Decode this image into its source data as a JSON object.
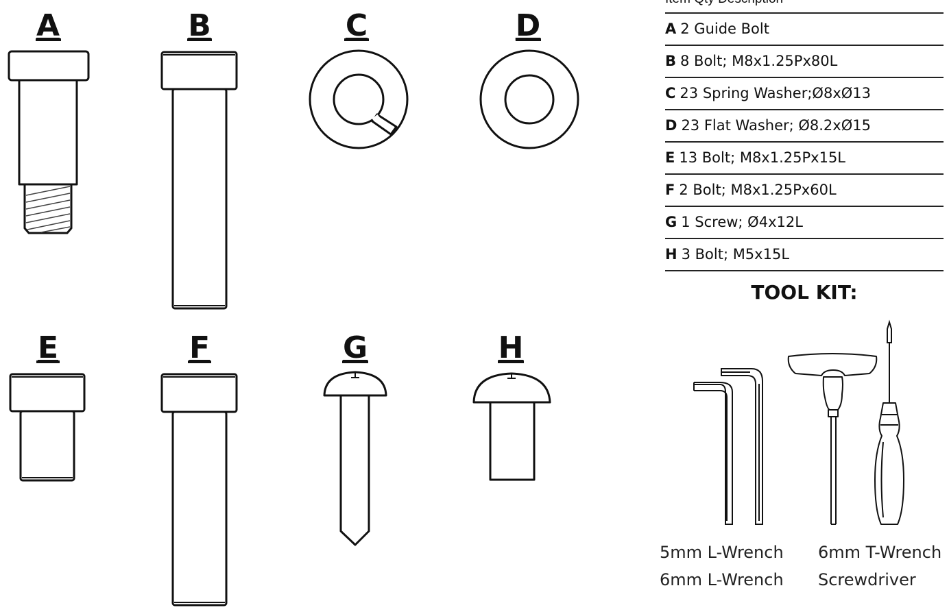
{
  "table": {
    "header": "Item Qty Description",
    "rows": [
      {
        "item": "A",
        "text": "2 Guide Bolt"
      },
      {
        "item": "B",
        "text": "8 Bolt; M8x1.25Px80L"
      },
      {
        "item": "C",
        "text": "23 Spring Washer;Ø8xØ13"
      },
      {
        "item": "D",
        "text": "23 Flat Washer; Ø8.2xØ15"
      },
      {
        "item": "E",
        "text": "13 Bolt; M8x1.25Px15L"
      },
      {
        "item": "F",
        "text": "2 Bolt; M8x1.25Px60L"
      },
      {
        "item": "G",
        "text": "1 Screw; Ø4x12L"
      },
      {
        "item": "H",
        "text": "3 Bolt; M5x15L"
      }
    ]
  },
  "parts": {
    "a": "A",
    "b": "B",
    "c": "C",
    "d": "D",
    "e": "E",
    "f": "F",
    "g": "G",
    "h": "H"
  },
  "tool_kit": {
    "title": "TOOL KIT:",
    "labels": [
      "5mm L-Wrench",
      "6mm L-Wrench",
      "6mm T-Wrench",
      "Screwdriver"
    ]
  }
}
